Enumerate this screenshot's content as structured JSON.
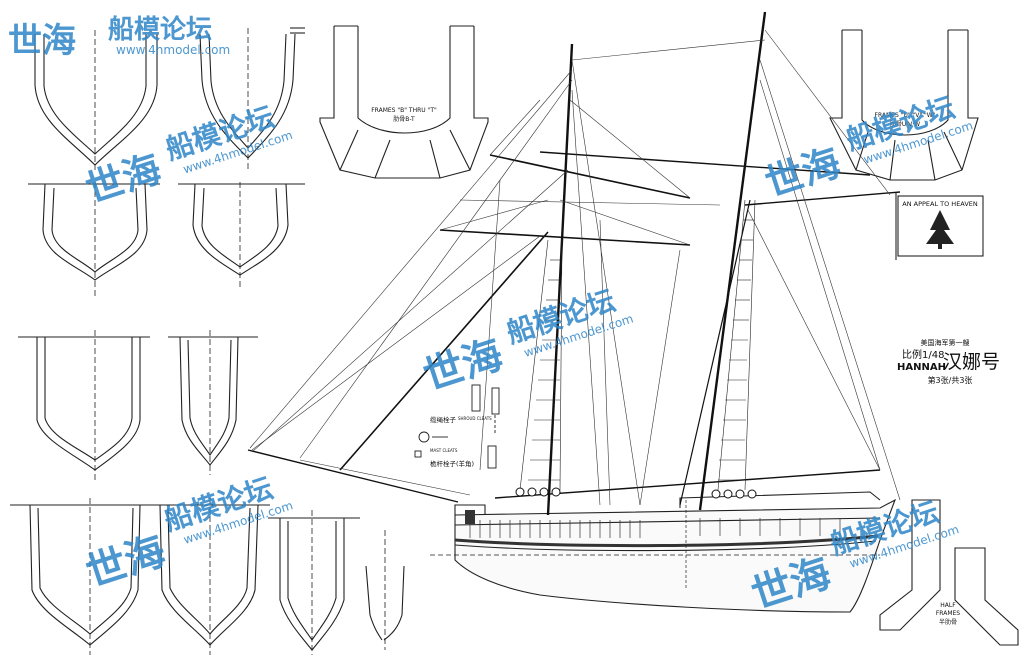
{
  "watermark": {
    "logo": "世海",
    "name": "船模论坛",
    "url": "www.4hmodel.com",
    "color": "#2f86c8"
  },
  "title_block": {
    "subtitle": "美国海军第一艘",
    "scale": "比例1/48",
    "ship_en": "HANNAH",
    "ship_cn": "汉娜号",
    "sheet": "第3张/共3张"
  },
  "flag": {
    "label": "AN APPEAL TO HEAVEN"
  },
  "frames": {
    "b_thru_t": "FRAMES \"B\" THRU \"T\"",
    "b_thru_t_cn": "肋骨B-T",
    "u_v_w": "FRAMES \"U\",\"V\",\"W\"",
    "u_v_w_cn": "肋骨U·V·W",
    "half_1": "HALF",
    "half_2": "FRAMES",
    "half_cn": "半肋骨"
  },
  "details": {
    "shroud_cleats_cn": "缆绳栓子",
    "shroud_cleats": "SHROUD CLEATS",
    "mast_cleats": "MAST CLEATS",
    "mast_cleats_cn": "桅杆栓子(羊角)"
  }
}
